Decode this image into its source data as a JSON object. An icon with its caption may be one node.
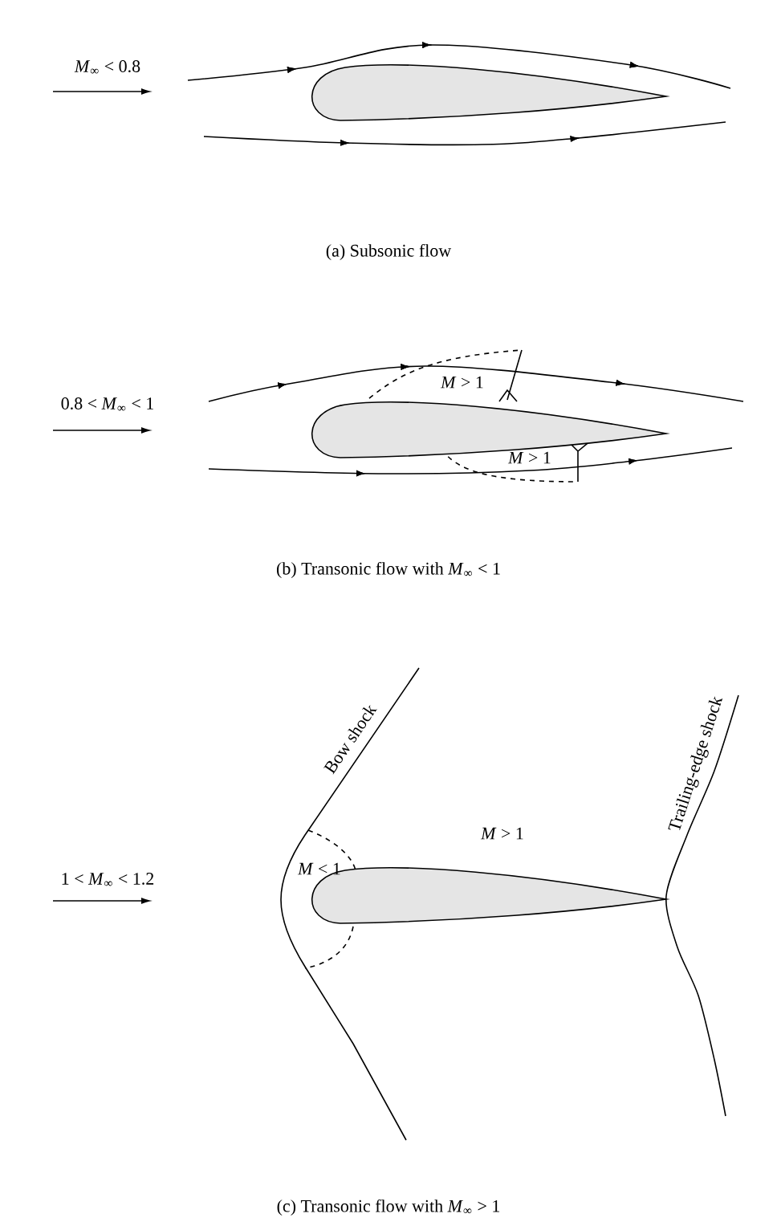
{
  "diagram": {
    "labels": [
      "*M*$_{∞}$ < 0.8",
      "(a) Subsonic flow",
      "0.8 < *M*$_{∞}$ < 1",
      "*M* > 1",
      "*M* > 1",
      "(b) Transonic flow with *M*$_{∞}$ < 1",
      "Bow shock",
      "Trailing-edge shock",
      "*M* > 1",
      "*M* < 1",
      "1 < *M*$_{∞}$ < 1.2",
      "(c) Transonic flow with *M*$_{∞}$ > 1"
    ]
  }
}
